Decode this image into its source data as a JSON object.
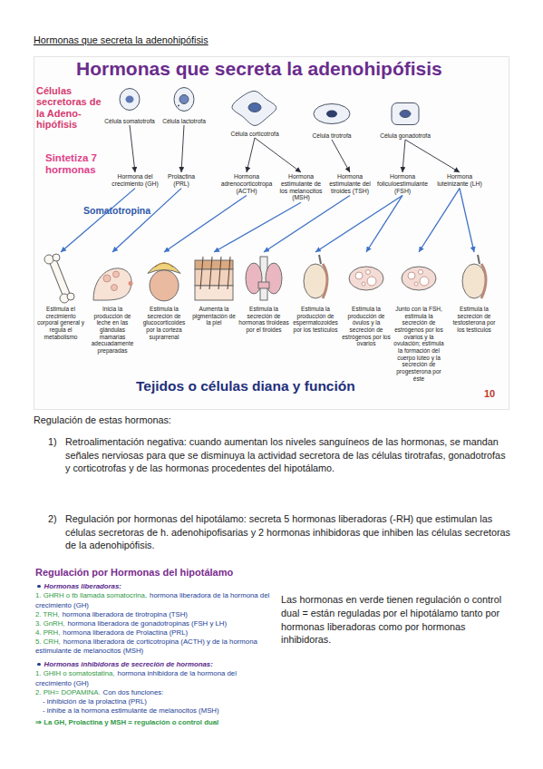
{
  "diagram": {
    "title": "Hormonas que secreta la adenohipófisis",
    "nodes": [
      {
        "text": [
          "Hormonas que secreta la adenohipófisis"
        ]
      },
      {
        "text": [
          "Célula somatotrofa"
        ],
        "in": 0
      },
      {
        "text": [
          "Célula lactotrofa"
        ],
        "in": 0
      },
      {
        "text": [
          "Célula corticotrofa"
        ],
        "in": 0
      },
      {
        "text": [
          "Célula tirotrofa"
        ],
        "in": 0
      },
      {
        "text": [
          "Célula gonadotrofa"
        ],
        "in": 0
      },
      {
        "text": [
          "Hormona del crecimiento (GH)"
        ],
        "in": 0
      },
      {
        "text": [
          "Prolactina (PRL)"
        ],
        "in": 0
      },
      {
        "text": [
          "Hormona adrenocorticotropa (ACTH)"
        ],
        "in": 0
      },
      {
        "text": [
          "Hormona estimulante de los melanocitos (MSH)"
        ],
        "in": 0
      },
      {
        "text": [
          "Hormona estimulante del tiroides (TSH)"
        ],
        "in": 0
      },
      {
        "text": [
          "Hormona foliculoestimulante (FSH)"
        ],
        "in": 0
      },
      {
        "text": [
          "Hormona luteinizante (LH)"
        ],
        "in": 0
      },
      {
        "text": [
          "Estimula el crecimiento corporal general y regula el metabolismo"
        ],
        "in": 0
      },
      {
        "text": [
          "Inicia la producción de leche en las glándulas mamarias adecuadamente preparadas"
        ],
        "in": 0
      },
      {
        "text": [
          "Estimula la secreción de glucocorticoides por la corteza suprarrenal"
        ],
        "in": 0
      },
      {
        "text": [
          "Aumenta la pigmentación de la piel"
        ],
        "in": 0
      },
      {
        "text": [
          "Estimula la secreción de hormonas tiroideas por el tiroides"
        ],
        "in": 0
      },
      {
        "text": [
          "Estimula la producción de espermatozoides por los testículos"
        ],
        "in": 0
      },
      {
        "text": [
          "Estimula la producción de óvulos y la secreción de estrógenos por los ovarios"
        ],
        "in": 0
      },
      {
        "text": [
          "Junto con la FSH, estimula la secreción de estrógenos por los ovarios y la ovulación; estimula la formación del cuerpo lúteo y la secreción de progesterona por éste"
        ],
        "in": 0
      },
      {
        "text": [
          "Estimula la secreción de testosterona por los testículos"
        ],
        "in": 0
      }
    ],
    "edges": [
      {
        "from": 1,
        "to": 6,
        "arrow": "to"
      },
      {
        "from": 2,
        "to": 7,
        "arrow": "to"
      },
      {
        "from": 3,
        "to": 8,
        "arrow": "to"
      },
      {
        "from": 3,
        "to": 9,
        "arrow": "to"
      },
      {
        "from": 4,
        "to": 10,
        "arrow": "to"
      },
      {
        "from": 5,
        "to": 11,
        "arrow": "to"
      },
      {
        "from": 5,
        "to": 12,
        "arrow": "to"
      },
      {
        "from": 6,
        "to": 13,
        "arrow": "to"
      },
      {
        "from": 7,
        "to": 14,
        "arrow": "to"
      },
      {
        "from": 8,
        "to": 15,
        "arrow": "to"
      },
      {
        "from": 9,
        "to": 16,
        "arrow": "to"
      },
      {
        "from": 10,
        "to": 17,
        "arrow": "to"
      },
      {
        "from": 11,
        "to": 18,
        "arrow": "to"
      },
      {
        "from": 11,
        "to": 19,
        "arrow": "to"
      },
      {
        "from": 12,
        "to": 20,
        "arrow": "to"
      },
      {
        "from": 12,
        "to": 21,
        "arrow": "to"
      }
    ],
    "labels": [
      "Células secretoras de la Adeno-hipófisis",
      "Sintetiza 7 hormonas",
      "Somatotropina",
      "Tejidos o células diana y función",
      "10",
      "Regulación de estas hormonas:",
      "1)",
      "Retroalimentación negativa: cuando aumentan los niveles sanguíneos de las hormonas, se mandan señales nerviosas para que se disminuya la actividad secretora de las células tirotrafas, gonadotrofas y corticotrofas y de las hormonas procedentes del hipotálamo.",
      "2)",
      "Regulación por hormonas del hipotálamo: secreta 5 hormonas liberadoras (-RH) que estimulan las células secretoras de h. adenohipofisarias y 2 hormonas inhibidoras que inhiben las células secretoras de la adenohipófisis.",
      "Regulación por Hormonas del hipotálamo",
      "Hormonas liberadoras:",
      "1. GHRH o tb llamada somatocrina,",
      "hormona liberadora de la hormona del crecimiento (GH)",
      "2. TRH,",
      "hormona liberadora de tirotropina (TSH)",
      "3. GnRH,",
      "hormona liberadora de gonadotropinas (FSH y LH)",
      "4. PRH,",
      "hormona liberadora de Prolactina (PRL)",
      "5. CRH,",
      "hormona liberadora de corticotropina (ACTH) y de la hormona estimulante de melanocitos (MSH)",
      "Hormonas inhibidoras de secreción de hormonas:",
      "1. GHIH o somatostatina,",
      "hormona inhibidora de la hormona del crecimiento (GH)",
      "2. PIH= DOPAMINA.",
      "Con dos funciones:",
      "- inhibición de la prolactina (PRL)",
      "- inhibe a la hormona estimulante de melanocitos (MSH)",
      "⇒ La GH, Prolactina y MSH = regulación o control dual",
      "Las hormonas en verde tienen regulación o control dual = están reguladas por el hipotálamo tanto por hormonas liberadoras como por hormonas inhibidoras."
    ]
  }
}
